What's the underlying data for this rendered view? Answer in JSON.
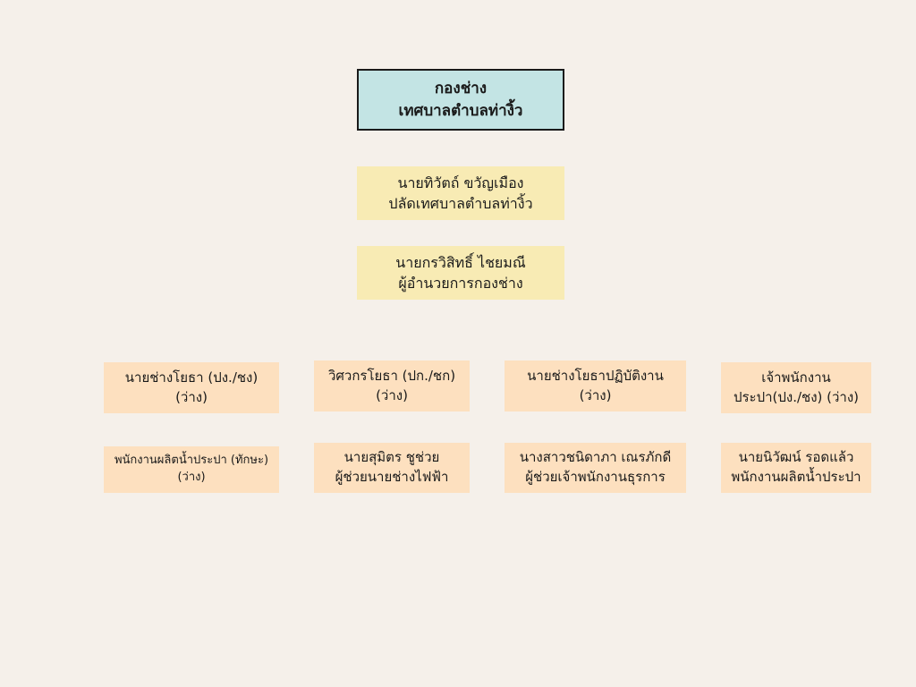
{
  "header": {
    "line1": "กองช่าง",
    "line2": "เทศบาลตำบลท่างิ้ว"
  },
  "leaders": [
    {
      "name": "นายทิวัตถ์ ขวัญเมือง",
      "position": "ปลัดเทศบาลตำบลท่างิ้ว"
    },
    {
      "name": "นายกรวิสิทธิ์ ไชยมณี",
      "position": "ผู้อำนวยการกองช่าง"
    }
  ],
  "row1": [
    {
      "line1": "นายช่างโยธา (ปง./ชง)",
      "line2": "(ว่าง)"
    },
    {
      "line1": "วิศวกรโยธา (ปก./ชก)",
      "line2": "(ว่าง)"
    },
    {
      "line1": "นายช่างโยธาปฏิบัติงาน",
      "line2": "(ว่าง)"
    },
    {
      "line1": "เจ้าพนักงาน",
      "line2": "ประปา(ปง./ชง) (ว่าง)"
    }
  ],
  "row2": [
    {
      "line1": "พนักงานผลิตน้ำประปา (ทักษะ)",
      "line2": "(ว่าง)"
    },
    {
      "line1": "นายสุมิตร ชูช่วย",
      "line2": "ผู้ช่วยนายช่างไฟฟ้า"
    },
    {
      "line1": "นางสาวชนิดาภา เณรภักดี",
      "line2": "ผู้ช่วยเจ้าพนักงานธุรการ"
    },
    {
      "line1": "นายนิวัฒน์ รอดแล้ว",
      "line2": "พนักงานผลิตน้ำประปา"
    }
  ],
  "colors": {
    "background": "#f5f0ea",
    "header_fill": "#c3e4e4",
    "leader_fill": "#f8ebb4",
    "staff_fill": "#fde0bf"
  }
}
